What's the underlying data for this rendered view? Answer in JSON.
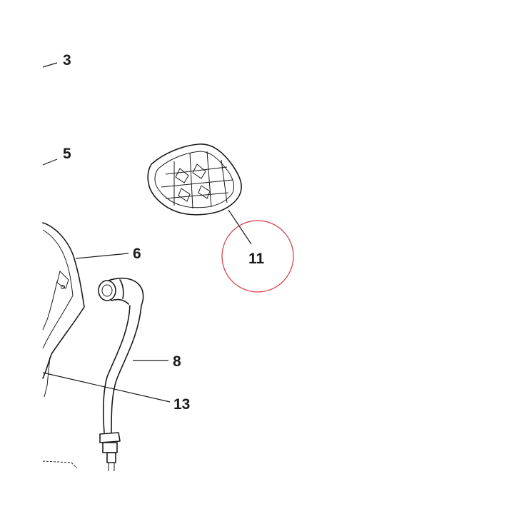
{
  "diagram": {
    "callouts": {
      "c3": "3",
      "c5": "5",
      "c6": "6",
      "c8": "8",
      "c11": "11",
      "c13": "13"
    },
    "highlight_color": "#d9383f",
    "line_color": "#1a1a1a"
  }
}
